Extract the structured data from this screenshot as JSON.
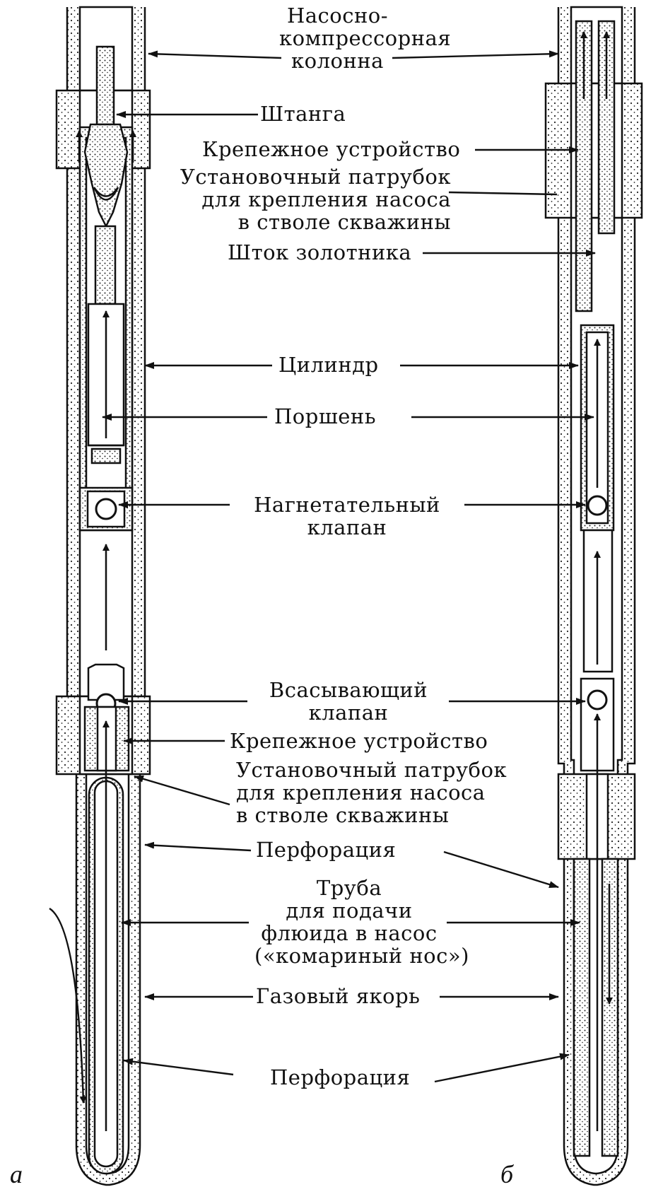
{
  "labels": {
    "tubing": [
      "Насосно-",
      "компрессорная",
      "колонна"
    ],
    "rod": [
      "Штанга"
    ],
    "anchor_top": [
      "Крепежное устройство"
    ],
    "seating_nipple_top": [
      "Установочный патрубок",
      "для крепления насоса",
      "в стволе скважины"
    ],
    "valve_rod": [
      "Шток золотника"
    ],
    "barrel": [
      "Цилиндр"
    ],
    "plunger": [
      "Поршень"
    ],
    "discharge_valve": [
      "Нагнетательный",
      "клапан"
    ],
    "suction_valve": [
      "Всасывающий",
      "клапан"
    ],
    "anchor_bottom": [
      "Крепежное устройство"
    ],
    "seating_nipple_bottom": [
      "Установочный патрубок",
      "для крепления насоса",
      "в стволе скважины"
    ],
    "perforation_top": [
      "Перфорация"
    ],
    "feed_tube": [
      "Труба",
      "для подачи",
      "флюида в насос",
      "(«комариный нос»)"
    ],
    "gas_anchor": [
      "Газовый якорь"
    ],
    "perforation_bottom": [
      "Перфорация"
    ]
  },
  "figure_letters": {
    "left": "а",
    "right": "б"
  },
  "colors": {
    "ink": "#111111",
    "paper": "#ffffff"
  }
}
